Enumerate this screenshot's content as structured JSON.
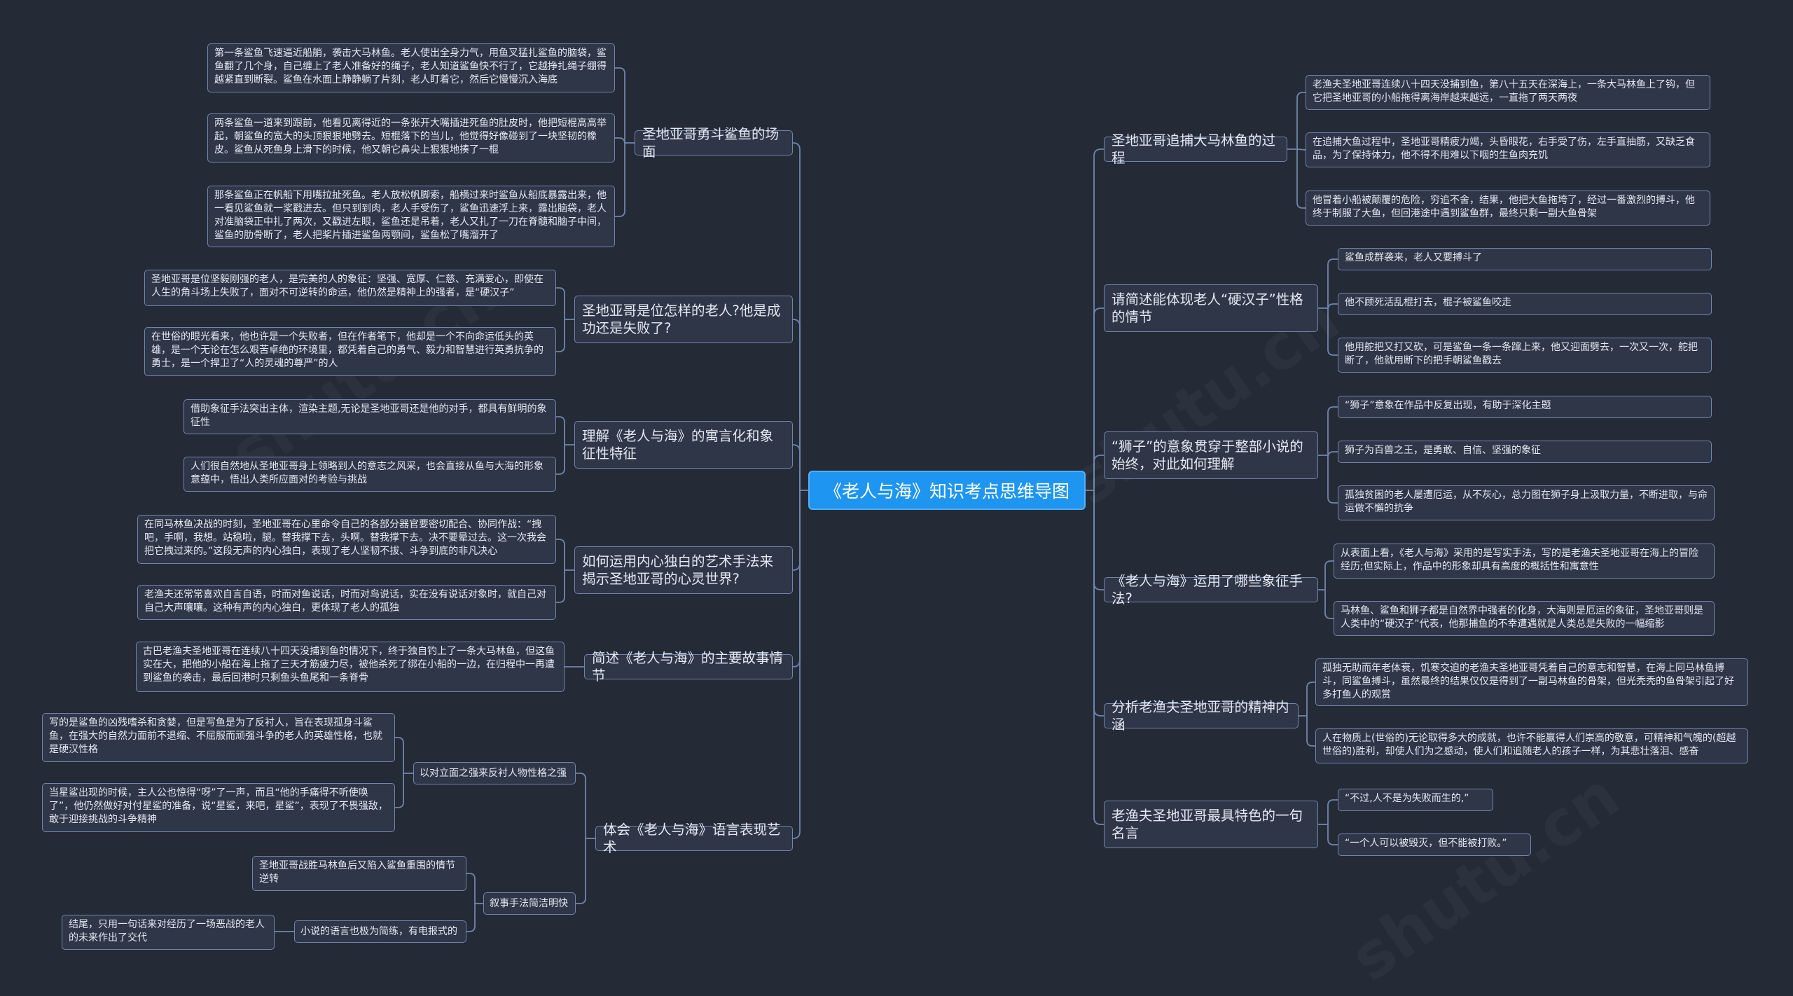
{
  "center": {
    "text": "《老人与海》知识考点思维导图"
  },
  "left": [
    {
      "id": "fight",
      "text": "圣地亚哥勇斗鲨鱼的场面",
      "children": [
        {
          "text": "第一条鲨鱼飞速逼近船艄，袭击大马林鱼。老人使出全身力气，用鱼叉猛扎鲨鱼的脑袋，鲨鱼翻了几个身，自己缠上了老人准备好的绳子，老人知道鲨鱼快不行了，它越挣扎绳子绷得越紧直到断裂。鲨鱼在水面上静静躺了片刻，老人盯着它，然后它慢慢沉入海底"
        },
        {
          "text": "两条鲨鱼一道来到跟前，他看见离得近的一条张开大嘴插进死鱼的肚皮时，他把短棍高高举起，朝鲨鱼的宽大的头顶狠狠地劈去。短棍落下的当儿，他觉得好像碰到了一块坚韧的橡皮。鲨鱼从死鱼身上滑下的时候，他又朝它鼻尖上狠狠地揍了一棍"
        },
        {
          "text": "那条鲨鱼正在帆船下用嘴拉扯死鱼。老人放松帆脚索，船横过来时鲨鱼从船底暴露出来，他一看见鲨鱼就一桨戳进去。但只到到肉，老人手受伤了，鲨鱼迅速浮上来，露出脑袋，老人对准脑袋正中扎了两次，又戳进左眼，鲨鱼还是吊着，老人又扎了一刀在脊髓和脑子中间，鲨鱼的肋骨断了，老人把桨片插进鲨鱼两颚间，鲨鱼松了嘴溜开了"
        }
      ]
    },
    {
      "id": "success",
      "text": "圣地亚哥是位怎样的老人?他是成功还是失败了?",
      "children": [
        {
          "text": "圣地亚哥是位坚毅刚强的老人，是完美的人的象征：坚强、宽厚、仁慈、充满爱心，即使在人生的角斗场上失败了，面对不可逆转的命运，他仍然是精神上的强者，是“硬汉子”"
        },
        {
          "text": "在世俗的眼光看来，他也许是一个失败者，但在作者笔下，他却是一个不向命运低头的英雄，是一个无论在怎么艰苦卓绝的环境里，都凭着自己的勇气、毅力和智慧进行英勇抗争的勇士，是一个捍卫了“人的灵魂的尊严”的人"
        }
      ]
    },
    {
      "id": "allegory",
      "text": "理解《老人与海》的寓言化和象征性特征",
      "children": [
        {
          "text": "借助象征手法突出主体，渲染主题,无论是圣地亚哥还是他的对手，都具有鲜明的象征性"
        },
        {
          "text": "人们很自然地从圣地亚哥身上领略到人的意志之风采，也会直接从鱼与大海的形象意蕴中，悟出人类所应面对的考验与挑战"
        }
      ]
    },
    {
      "id": "monologue",
      "text": "如何运用内心独白的艺术手法来揭示圣地亚哥的心灵世界?",
      "children": [
        {
          "text": "在同马林鱼决战的时刻，圣地亚哥在心里命令自己的各部分器官要密切配合、协同作战：“拽吧，手啊，我想。站稳啦，腿。替我撑下去，头啊。替我撑下去。决不要晕过去。这一次我会把它拽过来的。”这段无声的内心独白，表现了老人坚韧不拔、斗争到底的非凡决心"
        },
        {
          "text": "老渔夫还常常喜欢自言自语，时而对鱼说话，时而对鸟说话，实在没有说话对象时，就自己对自己大声嚷嚷。这种有声的内心独白，更体现了老人的孤独"
        }
      ]
    },
    {
      "id": "story",
      "text": "简述《老人与海》的主要故事情节",
      "children": [
        {
          "text": "古巴老渔夫圣地亚哥在连续八十四天没捕到鱼的情况下，终于独自钓上了一条大马林鱼，但这鱼实在大，把他的小船在海上拖了三天才筋疲力尽，被他杀死了绑在小船的一边，在归程中一再遭到鲨鱼的袭击，最后回港时只剩鱼头鱼尾和一条脊骨"
        }
      ]
    },
    {
      "id": "language",
      "text": "体会《老人与海》语言表现艺术",
      "children": [
        {
          "text": "以对立面之强来反衬人物性格之强",
          "children": [
            {
              "text": "写的是鲨鱼的凶残嗜杀和贪婪，但是写鱼是为了反衬人，旨在表现孤身斗鲨鱼，在强大的自然力面前不退缩、不屈服而顽强斗争的老人的英雄性格，也就是硬汉性格"
            },
            {
              "text": "当星鲨出现的时候，主人公也惊得“呀”了一声，而且“他的手痛得不听使唤了”，他仍然做好对付星鲨的准备，说“星鲨，来吧，星鲨”，表现了不畏强敌，敢于迎接挑战的斗争精神"
            }
          ]
        },
        {
          "text": "叙事手法简洁明快",
          "children": [
            {
              "text": "圣地亚哥战胜马林鱼后又陷入鲨鱼重围的情节逆转"
            },
            {
              "text": "小说的语言也极为简练，有电报式的",
              "children": [
                {
                  "text": "结尾，只用一句话来对经历了一场恶战的老人的未来作出了交代"
                }
              ]
            }
          ]
        }
      ]
    }
  ],
  "right": [
    {
      "id": "catch",
      "text": "圣地亚哥追捕大马林鱼的过程",
      "children": [
        {
          "text": "老渔夫圣地亚哥连续八十四天没捕到鱼，第八十五天在深海上，一条大马林鱼上了钩，但它把圣地亚哥的小船拖得离海岸越来越远，一直拖了两天两夜"
        },
        {
          "text": "在追捕大鱼过程中，圣地亚哥精疲力竭，头昏眼花，右手受了伤，左手直抽筋，又缺乏食品，为了保持体力，他不得不用难以下咽的生鱼肉充饥"
        },
        {
          "text": "他冒着小船被颠覆的危险，穷追不舍，结果，他把大鱼拖垮了，经过一番激烈的搏斗，他终于制服了大鱼，但回港途中遇到鲨鱼群，最终只剩一副大鱼骨架"
        }
      ]
    },
    {
      "id": "tough",
      "text": "请简述能体现老人“硬汉子”性格的情节",
      "children": [
        {
          "text": "鲨鱼成群袭来，老人又要搏斗了"
        },
        {
          "text": "他不顾死活乱棍打去，棍子被鲨鱼咬走"
        },
        {
          "text": "他用舵把又打又砍，可是鲨鱼一条一条蹿上来，他又迎面劈去，一次又一次，舵把断了，他就用断下的把手朝鲨鱼戳去"
        }
      ]
    },
    {
      "id": "lion",
      "text": "“狮子”的意象贯穿于整部小说的始终，对此如何理解",
      "children": [
        {
          "text": "“狮子”意象在作品中反复出现，有助于深化主题"
        },
        {
          "text": "狮子为百兽之王，是勇敢、自信、坚强的象征"
        },
        {
          "text": "孤独贫困的老人屡遭厄运，从不灰心，总力图在狮子身上汲取力量，不断进取，与命运做不懈的抗争"
        }
      ]
    },
    {
      "id": "symbol",
      "text": "《老人与海》运用了哪些象征手法?",
      "children": [
        {
          "text": "从表面上看，《老人与海》采用的是写实手法，写的是老渔夫圣地亚哥在海上的冒险经历;但实际上，作品中的形象却具有高度的概括性和寓意性"
        },
        {
          "text": "马林鱼、鲨鱼和狮子都是自然界中强者的化身，大海则是厄运的象征，圣地亚哥则是人类中的“硬汉子”代表，他那捕鱼的不幸遭遇就是人类总是失败的一幅缩影"
        }
      ]
    },
    {
      "id": "spirit",
      "text": "分析老渔夫圣地亚哥的精神内涵",
      "children": [
        {
          "text": "孤独无助而年老体衰，饥寒交迫的老渔夫圣地亚哥凭着自己的意志和智慧，在海上同马林鱼搏斗，同鲨鱼搏斗，虽然最终的结果仅仅是得到了一副马林鱼的骨架，但光秃秃的鱼骨架引起了好多打鱼人的观赏"
        },
        {
          "text": "人在物质上(世俗的)无论取得多大的成就，也许不能赢得人们崇高的敬意，可精神和气魄的(超越世俗的)胜利，却使人们为之感动，使人们和追随老人的孩子一样，为其悲壮落泪、感奋"
        }
      ]
    },
    {
      "id": "quote",
      "text": "老渔夫圣地亚哥最具特色的一句名言",
      "children": [
        {
          "text": "“不过,人不是为失败而生的,”"
        },
        {
          "text": "“一个人可以被毁灭，但不能被打败。”"
        }
      ]
    }
  ]
}
